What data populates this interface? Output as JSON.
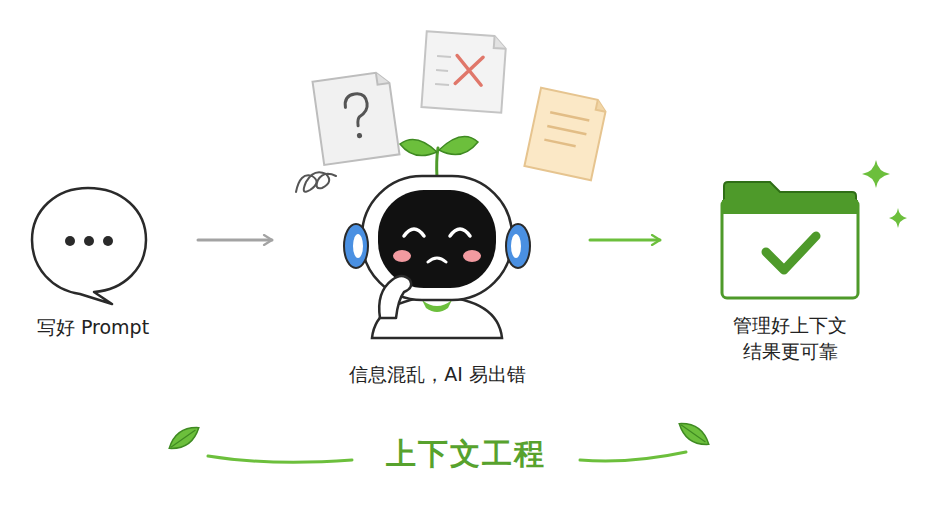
{
  "diagram": {
    "nodes": [
      {
        "text": [
          "写好 Prompt"
        ]
      },
      {
        "text": [
          "信息混乱，AI 易出错"
        ]
      },
      {
        "text": [
          "管理好上下文 结果更可靠"
        ]
      }
    ],
    "edges": [
      {
        "from": 0,
        "to": 1,
        "arrow": "to"
      },
      {
        "from": 1,
        "to": 2,
        "arrow": "to"
      }
    ],
    "labels": [
      "上下文工程"
    ]
  }
}
